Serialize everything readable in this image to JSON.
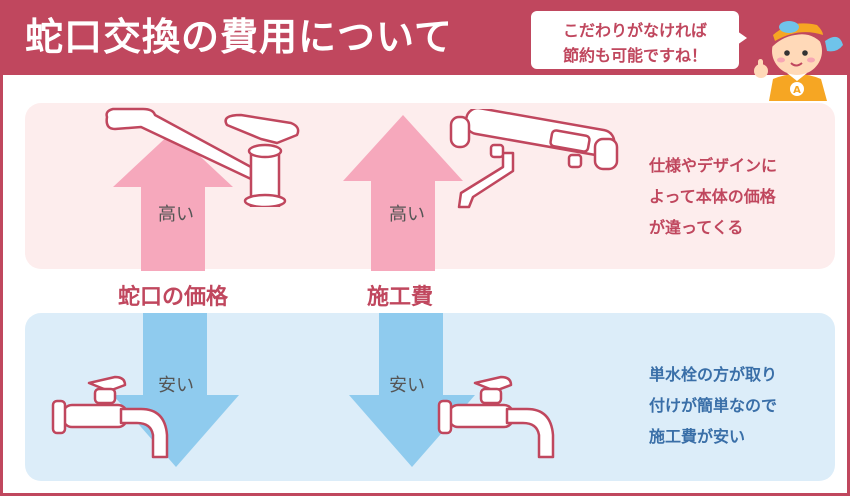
{
  "header": {
    "title": "蛇口交換の費用について",
    "bubble_lines": [
      "こだわりがなければ",
      "節約も可能ですね！"
    ],
    "mascot_badge": "A"
  },
  "arrows": {
    "high_label": "高い",
    "low_label": "安い"
  },
  "axis_labels": [
    "蛇口の価格",
    "施工費"
  ],
  "notes": {
    "top_lines": [
      "仕様やデザインに",
      "よって本体の価格",
      "が違ってくる"
    ],
    "bottom_lines": [
      "単水栓の方が取り",
      "付けが簡単なので",
      "施工費が安い"
    ]
  },
  "colors": {
    "brand": "#c0475e",
    "panel_pink": "#fdeded",
    "panel_blue": "#dcedf9",
    "arrow_pink": "#f6a8bc",
    "arrow_blue": "#8fcbee"
  }
}
